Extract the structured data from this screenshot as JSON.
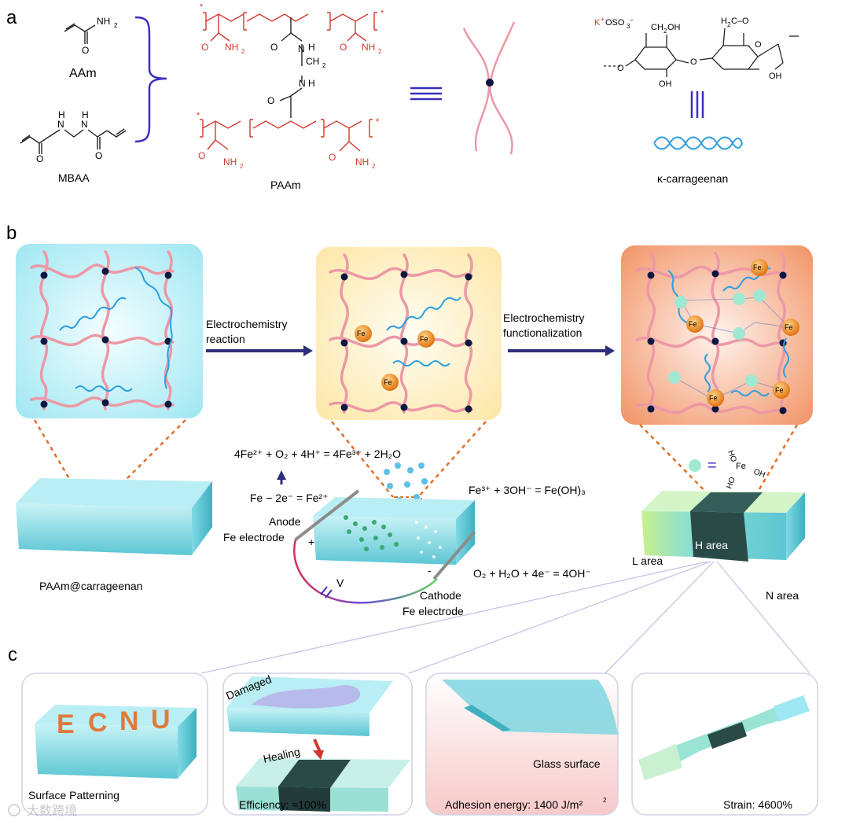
{
  "panel_a": {
    "letter": "a",
    "aam": "AAm",
    "mbaa": "MBAA",
    "paam": "PAAm",
    "kappa": "κ-carrageenan",
    "chem": {
      "nh2": "NH",
      "nh": "NH",
      "n_h": "N",
      "h": "H",
      "o": "O",
      "ch2": "CH",
      "star": "*",
      "k_oso3": "K",
      "oso3": "OSO",
      "ch2oh": "CH",
      "oh": "OH",
      "h2c_o": "H",
      "o_glyco": "O"
    }
  },
  "panel_b": {
    "letter": "b",
    "arrow1_line1": "Electrochemistry",
    "arrow1_line2": "reaction",
    "arrow2_line1": "Electrochemistry",
    "arrow2_line2": "functionalization",
    "ion_fe3": "Fe",
    "ion_charge": "3+",
    "eq_top": "4Fe²⁺ + O₂ + 4H⁺ = 4Fe³⁺ + 2H₂O",
    "eq_anode": "Fe − 2e⁻ = Fe²⁺",
    "eq_fe3": "Fe³⁺ + 3OH⁻ = Fe(OH)₃",
    "eq_cathode": "O₂ + H₂O + 4e⁻ = 4OH⁻",
    "anode_line1": "Anode",
    "anode_line2": "Fe electrode",
    "cathode_line1": "Cathode",
    "cathode_line2": "Fe electrode",
    "plus": "+",
    "minus": "-",
    "voltage": "V",
    "gel_label": "PAAm@carrageenan",
    "h_area": "H area",
    "l_area": "L area",
    "n_area": "N area",
    "feoh_equals": "=",
    "fe": "Fe",
    "ho": "HO",
    "oh": "OH"
  },
  "panel_c": {
    "letter": "c",
    "card1_label": "Surface Patterning",
    "card1_letters": [
      "E",
      "C",
      "N",
      "U"
    ],
    "card2_damaged": "Damaged",
    "card2_healing": "Healing",
    "card2_label": "Efficiency: ≈100%",
    "card3_glass": "Glass surface",
    "card3_label": "Adhesion energy: 1400 J/m²",
    "card4_label": "Strain: 4600%"
  },
  "watermark": "大数跨境",
  "colors": {
    "chain_red": "#d2382e",
    "network_pink": "#ec98a6",
    "helix_blue": "#2f9fe0",
    "arrow_navy": "#2d2f7a",
    "bracket_purple": "#3b2fc0",
    "fe_orange": "#f08a1c",
    "dashed_orange": "#e0702a",
    "gel_cyan": "#7fd6e0",
    "dark_band": "#2a4a48"
  }
}
